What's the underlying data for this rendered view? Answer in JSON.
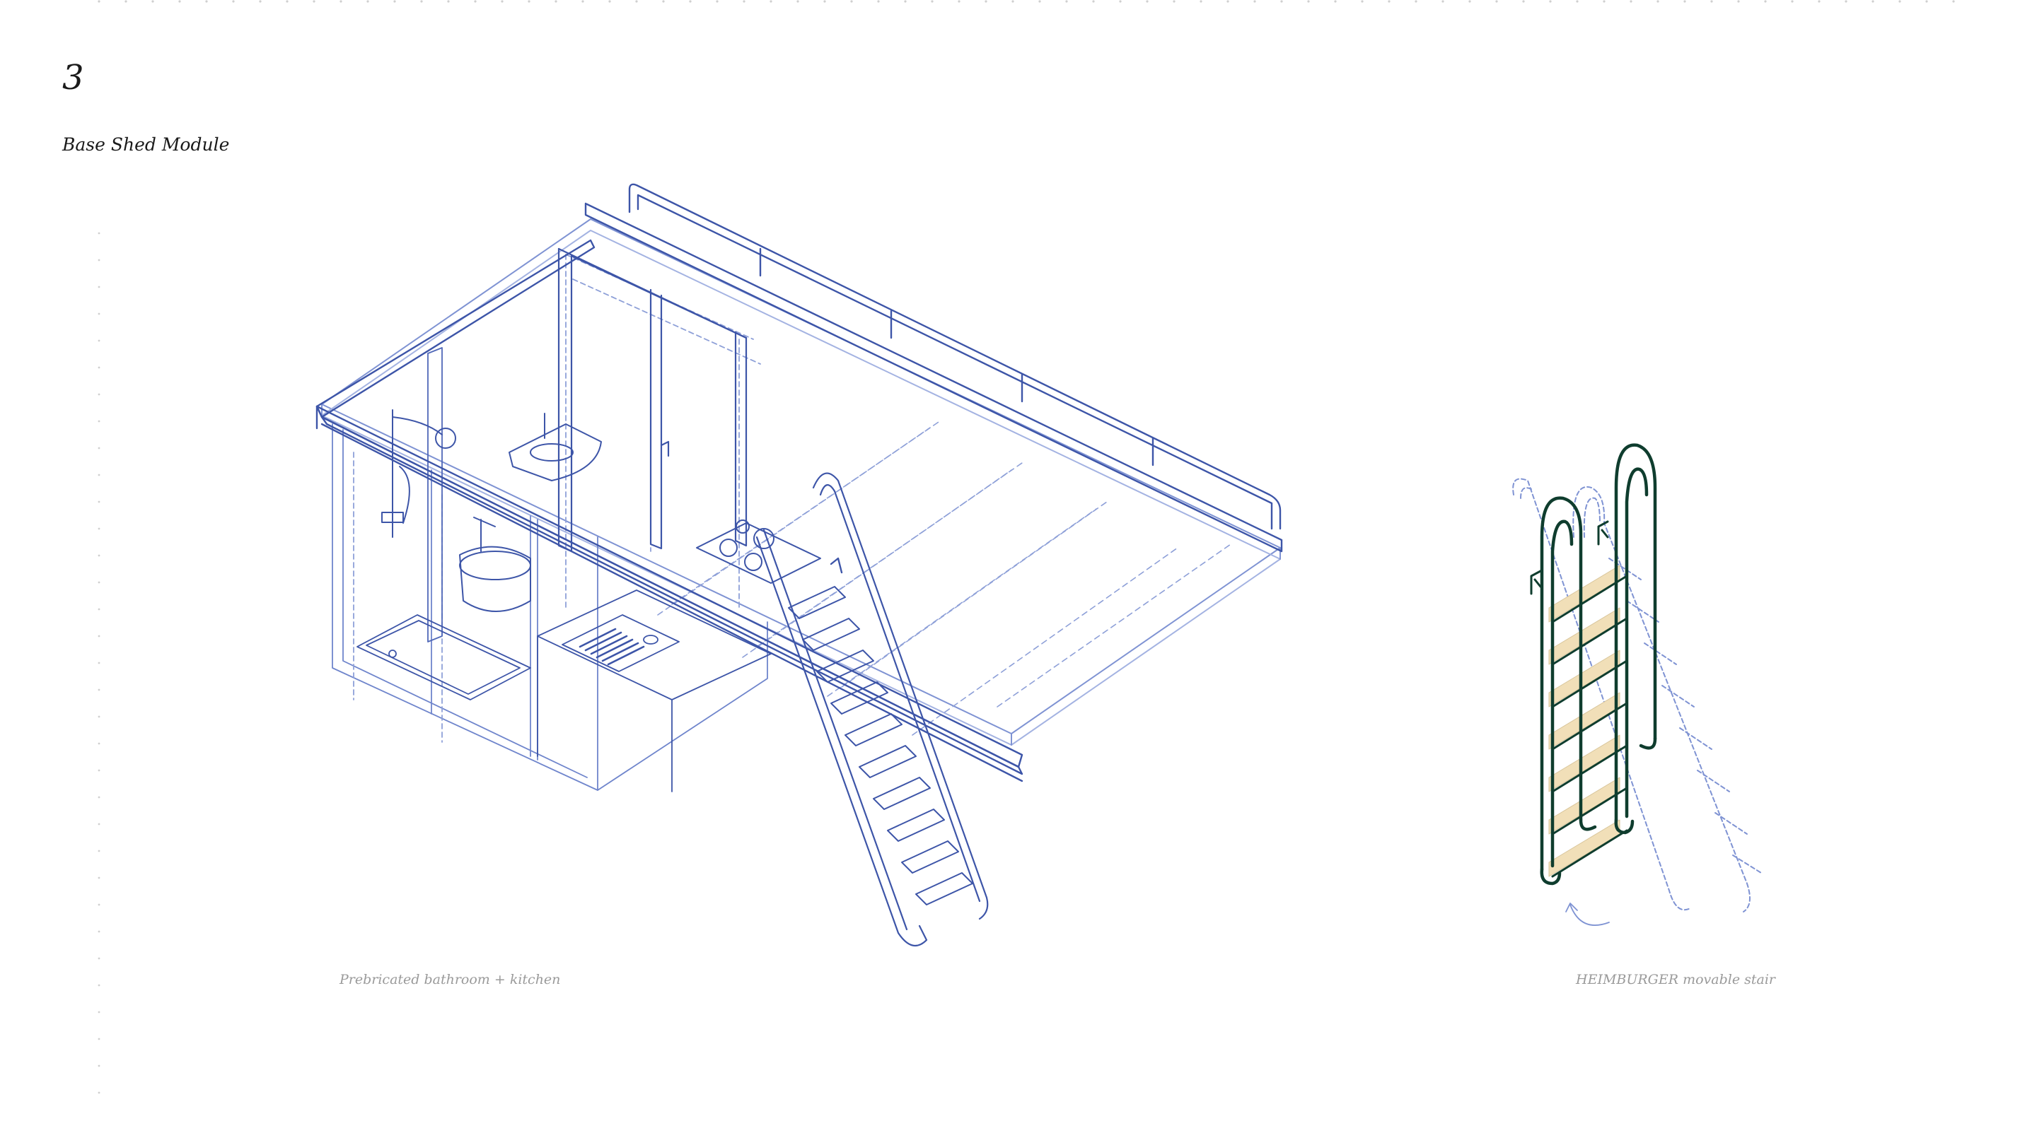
{
  "page_number": "3",
  "module_title": "Base Shed Module",
  "captions": {
    "left": "Prebricated bathroom + kitchen",
    "right": "HEIMBURGER movable stair"
  },
  "colors": {
    "line_blue": "#3d55a8",
    "line_light_blue": "#8ea0d8",
    "stair_green": "#0f3d2e",
    "tread_wood": "#f1dfb8",
    "caption_gray": "#9a9a9a",
    "dot_border": "#c9c9c9"
  }
}
